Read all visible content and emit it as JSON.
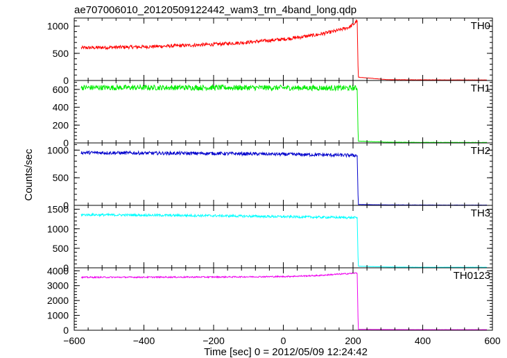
{
  "chart_data": {
    "type": "line",
    "title": "ae707006010_20120509122442_wam3_trn_4band_long.qdp",
    "xlabel": "Time [sec] 0 = 2012/05/09 12:24:42",
    "ylabel": "Counts/sec",
    "xlim": [
      -600,
      600
    ],
    "x_ticks": [
      -600,
      -400,
      -200,
      0,
      200,
      400,
      600
    ],
    "x_tick_labels": [
      "−600",
      "−400",
      "−200",
      "0",
      "200",
      "400",
      "600"
    ],
    "grid": false,
    "drop_time": 212,
    "series": [
      {
        "name": "TH0",
        "color": "#ff0000",
        "ylim": [
          0,
          1150
        ],
        "y_ticks": [
          0,
          500,
          1000
        ],
        "y_tick_labels": [
          "0",
          "500",
          "1000"
        ],
        "x": [
          -580,
          -500,
          -400,
          -300,
          -200,
          -100,
          0,
          50,
          100,
          150,
          190,
          205,
          210,
          212,
          215,
          300,
          400,
          500,
          585
        ],
        "values": [
          600,
          610,
          620,
          640,
          665,
          705,
          760,
          800,
          845,
          910,
          985,
          1050,
          1100,
          1080,
          60,
          15,
          12,
          10,
          10
        ],
        "noise": 32
      },
      {
        "name": "TH1",
        "color": "#00ee00",
        "ylim": [
          0,
          700
        ],
        "y_ticks": [
          0,
          200,
          400,
          600
        ],
        "y_tick_labels": [
          "0",
          "200",
          "400",
          "600"
        ],
        "x": [
          -580,
          -400,
          -200,
          0,
          200,
          210,
          212,
          215,
          300,
          400,
          585
        ],
        "values": [
          620,
          620,
          620,
          618,
          615,
          615,
          612,
          20,
          8,
          6,
          5
        ],
        "noise": 30
      },
      {
        "name": "TH2",
        "color": "#0000cc",
        "ylim": [
          0,
          1130
        ],
        "y_ticks": [
          0,
          500,
          1000
        ],
        "y_tick_labels": [
          "0",
          "500",
          "1000"
        ],
        "x": [
          -580,
          -400,
          -200,
          0,
          100,
          200,
          210,
          212,
          215,
          300,
          400,
          585
        ],
        "values": [
          955,
          945,
          940,
          925,
          915,
          905,
          905,
          900,
          15,
          8,
          6,
          5
        ],
        "noise": 30
      },
      {
        "name": "TH3",
        "color": "#00ffff",
        "ylim": [
          0,
          1600
        ],
        "y_ticks": [
          0,
          500,
          1000,
          1500
        ],
        "y_tick_labels": [
          "0",
          "500",
          "1000",
          "1500"
        ],
        "x": [
          -580,
          -400,
          -200,
          0,
          200,
          210,
          212,
          215,
          300,
          400,
          585
        ],
        "values": [
          1360,
          1350,
          1335,
          1310,
          1285,
          1285,
          1280,
          40,
          20,
          15,
          15
        ],
        "noise": 30
      },
      {
        "name": "TH0123",
        "color": "#ee00ee",
        "ylim": [
          0,
          4200
        ],
        "y_ticks": [
          0,
          1000,
          2000,
          3000,
          4000
        ],
        "y_tick_labels": [
          "0",
          "1000",
          "2000",
          "3000",
          "4000"
        ],
        "x": [
          -580,
          -400,
          -200,
          0,
          100,
          150,
          200,
          210,
          212,
          215,
          300,
          400,
          585
        ],
        "values": [
          3560,
          3570,
          3580,
          3610,
          3680,
          3760,
          3830,
          3850,
          3840,
          60,
          45,
          40,
          40
        ],
        "noise": 45
      }
    ]
  }
}
